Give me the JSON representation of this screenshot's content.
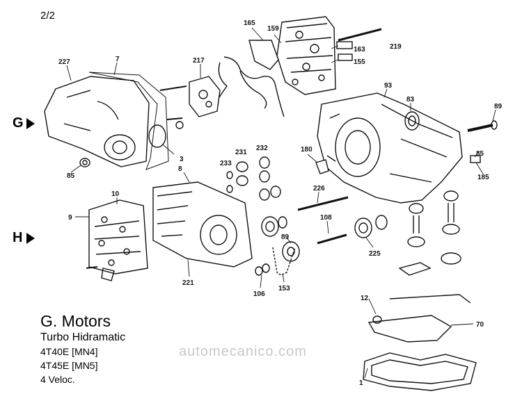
{
  "page_number": "2/2",
  "row_markers": [
    "G",
    "H"
  ],
  "title": "G. Motors",
  "lines": [
    "Turbo Hidramatic",
    "4T40E [MN4]",
    "4T45E [MN5]",
    "4 Veloc."
  ],
  "watermark": "automecanico.com",
  "part_labels": {
    "p165": "165",
    "p159": "159",
    "p163": "163",
    "p219": "219",
    "p155": "155",
    "p227": "227",
    "p7": "7",
    "p217": "217",
    "p93": "93",
    "p83": "83",
    "p89a": "89",
    "p3": "3",
    "p85a": "85",
    "p180": "180",
    "p85b": "85",
    "p185": "185",
    "p8": "8",
    "p231": "231",
    "p232": "232",
    "p233": "233",
    "p10": "10",
    "p9": "9",
    "p226": "226",
    "p108": "108",
    "p89b": "89",
    "p225": "225",
    "p221": "221",
    "p106": "106",
    "p153": "153",
    "p12": "12",
    "p70": "70",
    "p1": "1"
  },
  "colors": {
    "ink": "#000000",
    "watermark": "#c8c8c8"
  }
}
